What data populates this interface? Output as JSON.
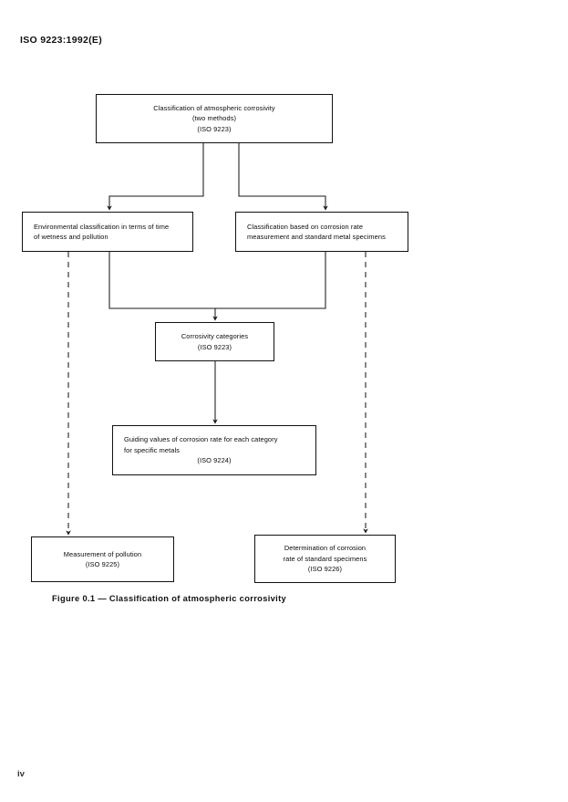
{
  "document": {
    "header": "ISO 9223:1992(E)",
    "page_number": "iv"
  },
  "figure": {
    "caption": "Figure 0.1 — Classification of atmospheric corrosivity",
    "nodes": {
      "top": {
        "name": "classification-of-atmospheric-corrosivity",
        "lines": [
          "Classification of atmospheric corrosivity",
          "(two methods)",
          "(ISO 9223)"
        ]
      },
      "environmental": {
        "name": "environmental-classification",
        "lines": [
          "Environmental classification in terms of time",
          "of wetness and pollution"
        ]
      },
      "corrosion_rate": {
        "name": "classification-based-on-corrosion-rate",
        "lines": [
          "Classification based on corrosion rate",
          "measurement and standard metal specimens"
        ]
      },
      "categories": {
        "name": "corrosivity-categories",
        "lines": [
          "Corrosivity categories",
          "(ISO 9223)"
        ]
      },
      "guiding_values": {
        "name": "guiding-values-of-corrosion-rate",
        "lines": [
          "Guiding values of corrosion rate for each category",
          "for specific metals",
          "(ISO 9224)"
        ]
      },
      "measurement_pollution": {
        "name": "measurement-of-pollution",
        "lines": [
          "Measurement of pollution",
          "(ISO 9225)"
        ]
      },
      "determination_corrosion": {
        "name": "determination-of-corrosion-rate",
        "lines": [
          "Determination of corrosion",
          "rate of standard specimens",
          "(ISO 9226)"
        ]
      }
    },
    "connectors": [
      {
        "id": "top-to-environmental",
        "style": "solid",
        "arrow": true
      },
      {
        "id": "top-to-corrosion-rate",
        "style": "solid",
        "arrow": true
      },
      {
        "id": "environmental-to-categories",
        "style": "solid",
        "arrow": false
      },
      {
        "id": "corrosion-rate-to-categories",
        "style": "solid",
        "arrow": false
      },
      {
        "id": "merge-to-categories",
        "style": "solid",
        "arrow": true
      },
      {
        "id": "categories-to-guiding-values",
        "style": "solid",
        "arrow": true
      },
      {
        "id": "environmental-to-measurement-pollution",
        "style": "dashed",
        "arrow": true
      },
      {
        "id": "corrosion-rate-to-determination",
        "style": "dashed",
        "arrow": true
      }
    ]
  },
  "colors": {
    "page_background": "#ffffff",
    "ink": "#111111",
    "line": "#1a1a1a"
  }
}
